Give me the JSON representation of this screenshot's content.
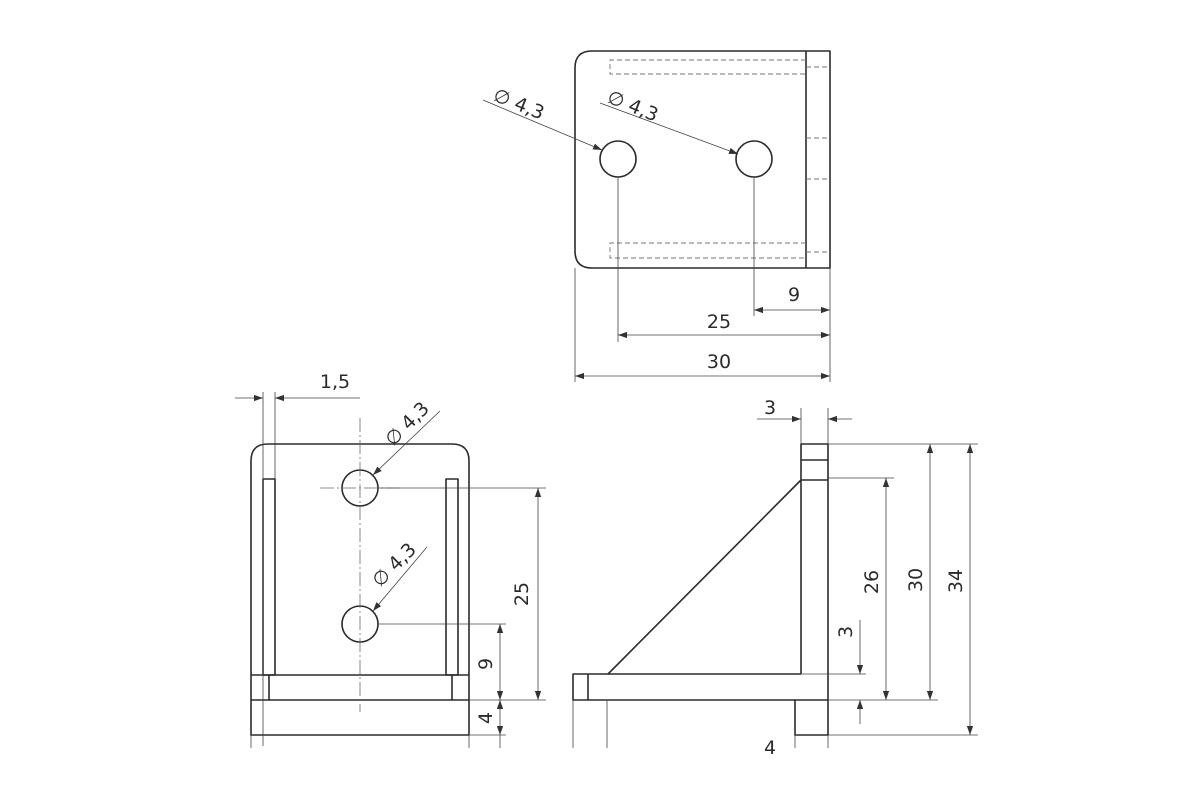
{
  "top_view": {
    "hole_dia_left": "∅ 4,3",
    "hole_dia_right": "∅ 4,3",
    "dim_9": "9",
    "dim_25": "25",
    "dim_30": "30"
  },
  "front_view": {
    "dim_1_5": "1,5",
    "hole_dia_upper": "∅ 4,3",
    "hole_dia_lower": "∅ 4,3",
    "dim_25": "25",
    "dim_9": "9",
    "dim_4": "4"
  },
  "side_view": {
    "dim_3_top": "3",
    "dim_26": "26",
    "dim_30": "30",
    "dim_34": "34",
    "dim_3_inner": "3",
    "dim_4_bottom": "4"
  }
}
